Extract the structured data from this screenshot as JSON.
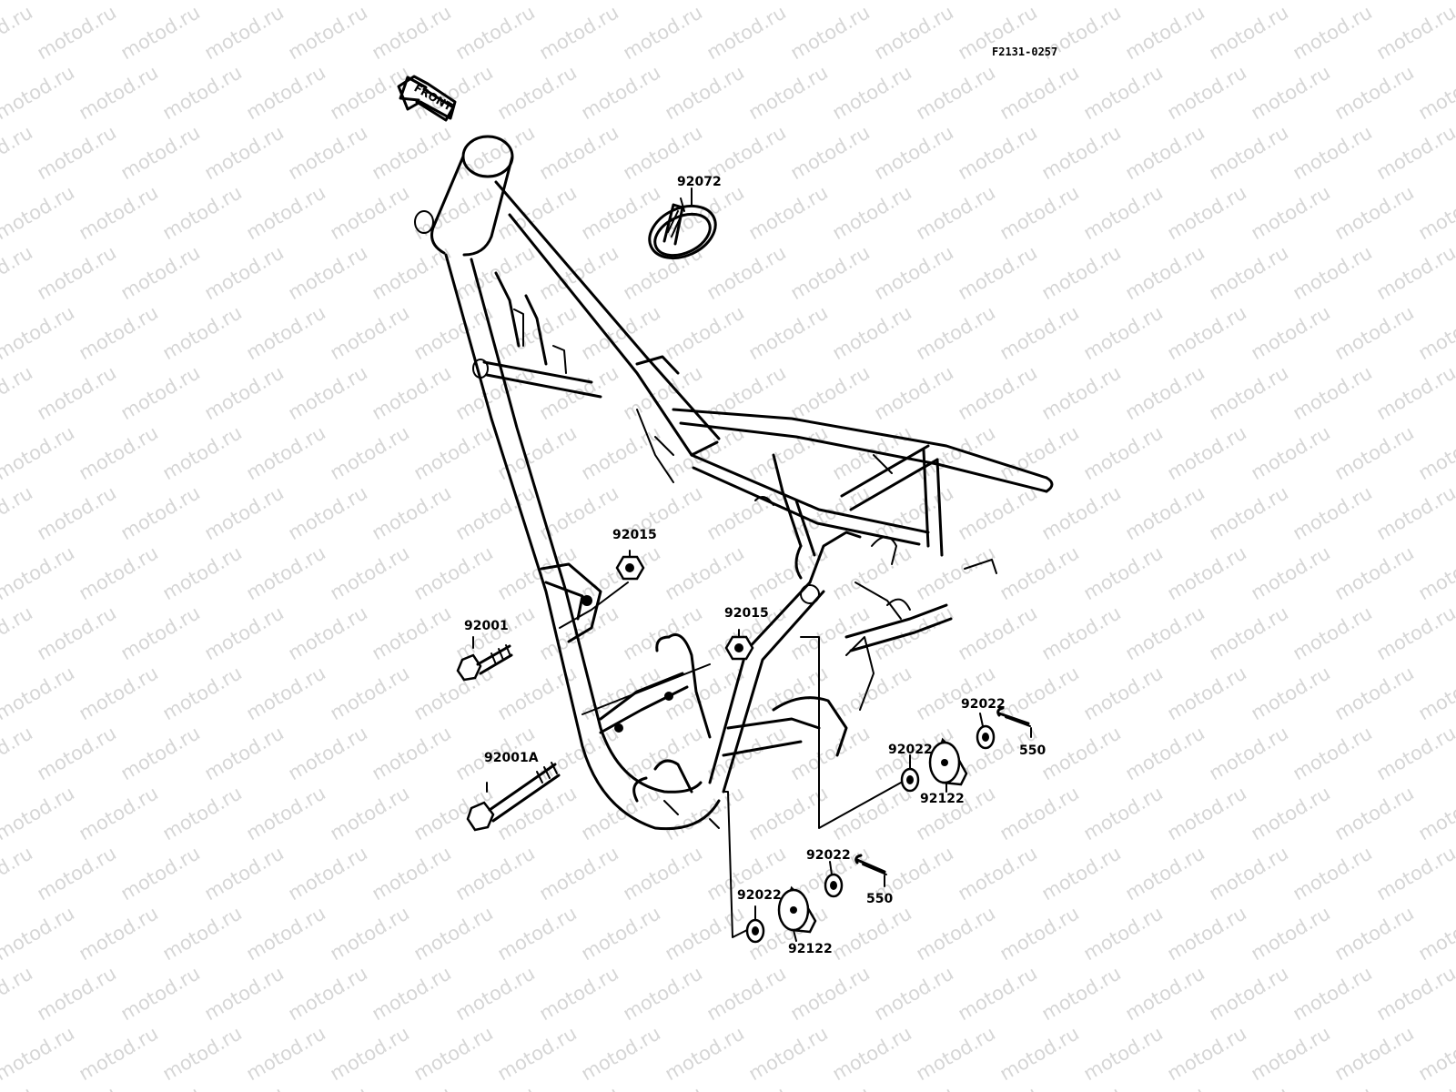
{
  "diagram": {
    "code": "F2131-0257",
    "front_label": "FRONT",
    "watermark_text": "motod.ru",
    "parts": [
      {
        "id": "p92072",
        "number": "92072"
      },
      {
        "id": "p92015a",
        "number": "92015"
      },
      {
        "id": "p92015b",
        "number": "92015"
      },
      {
        "id": "p92001",
        "number": "92001"
      },
      {
        "id": "p92001a",
        "number": "92001A"
      },
      {
        "id": "p92022a",
        "number": "92022"
      },
      {
        "id": "p92022b",
        "number": "92022"
      },
      {
        "id": "p92022c",
        "number": "92022"
      },
      {
        "id": "p92022d",
        "number": "92022"
      },
      {
        "id": "p550a",
        "number": "550"
      },
      {
        "id": "p550b",
        "number": "550"
      },
      {
        "id": "p92122a",
        "number": "92122"
      },
      {
        "id": "p92122b",
        "number": "92122"
      }
    ]
  }
}
